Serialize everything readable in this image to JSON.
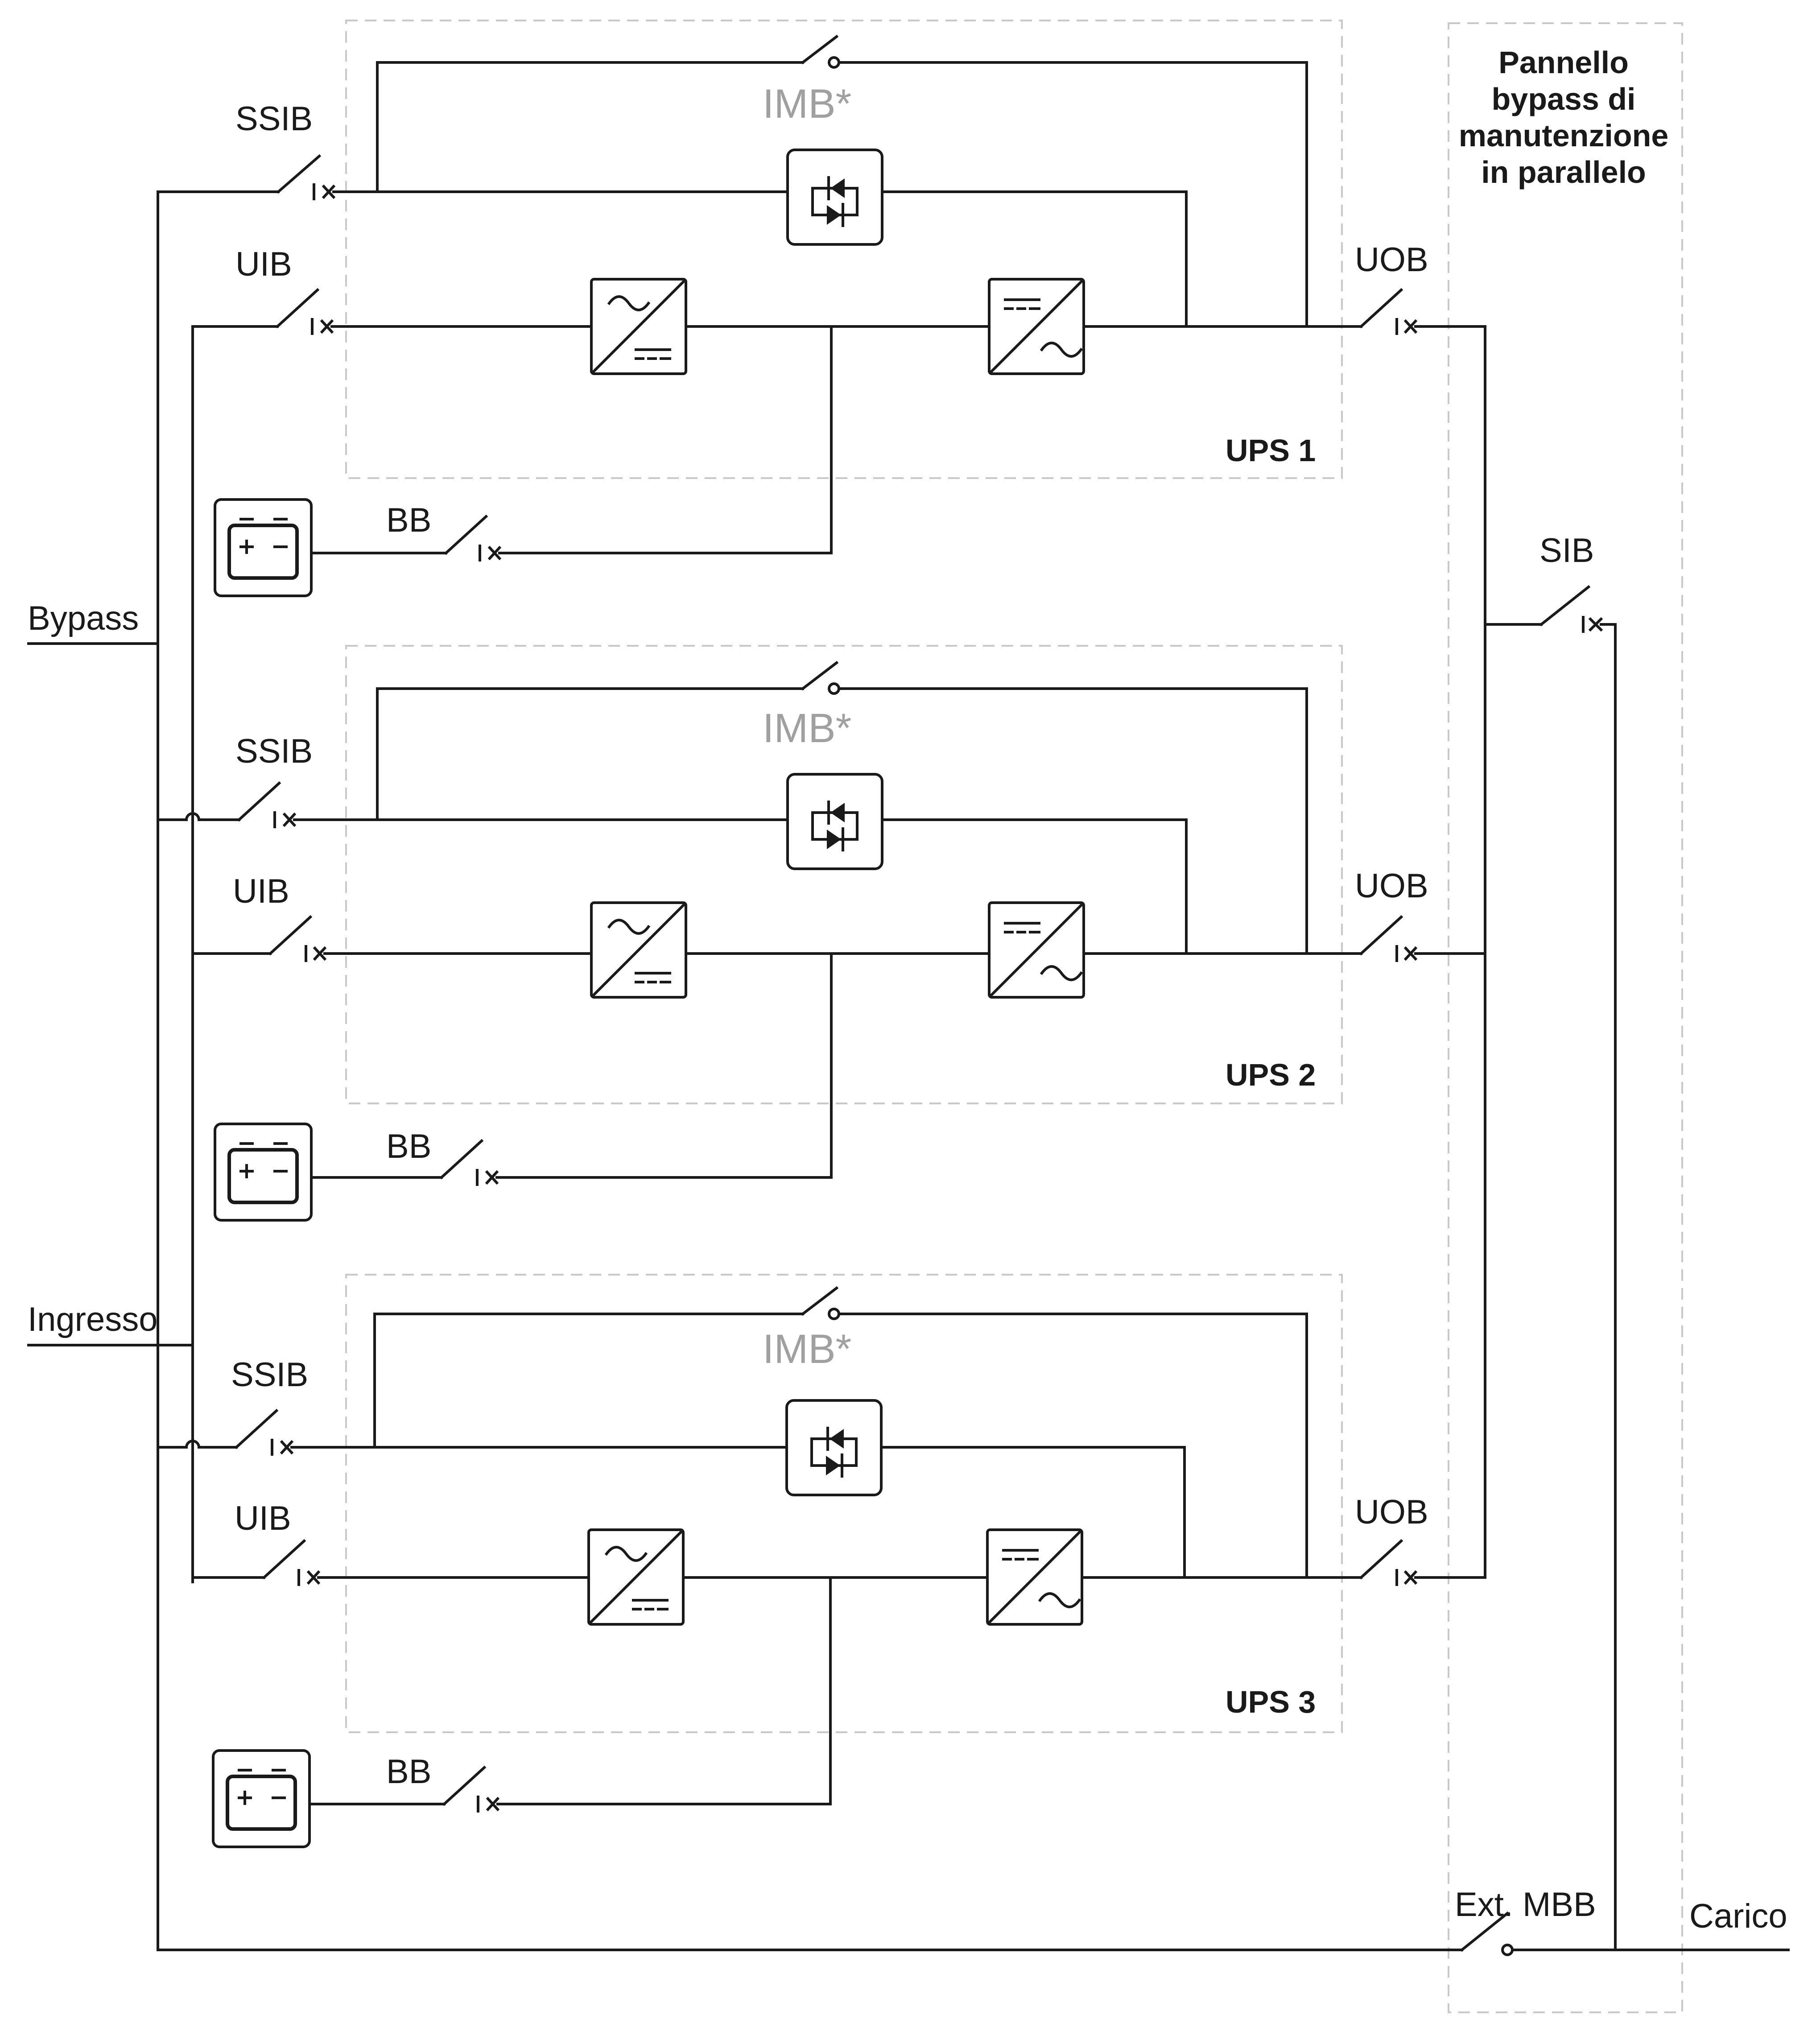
{
  "labels": {
    "bypass": "Bypass",
    "ingresso": "Ingresso",
    "carico": "Carico",
    "sib": "SIB",
    "ext_mbb": "Ext. MBB",
    "panel": [
      "Pannello",
      "bypass di",
      "manutenzione",
      "in parallelo"
    ]
  },
  "ups_units": [
    {
      "name": "UPS 1",
      "imb": "IMB*",
      "ssib": "SSIB",
      "uib": "UIB",
      "uob": "UOB",
      "bb": "BB"
    },
    {
      "name": "UPS 2",
      "imb": "IMB*",
      "ssib": "SSIB",
      "uib": "UIB",
      "uob": "UOB",
      "bb": "BB"
    },
    {
      "name": "UPS 3",
      "imb": "IMB*",
      "ssib": "SSIB",
      "uib": "UIB",
      "uob": "UOB",
      "bb": "BB"
    }
  ],
  "colors": {
    "line": "#1a1a1a",
    "boundary": "#c8c8c8",
    "imb_label": "#a0a0a0"
  }
}
